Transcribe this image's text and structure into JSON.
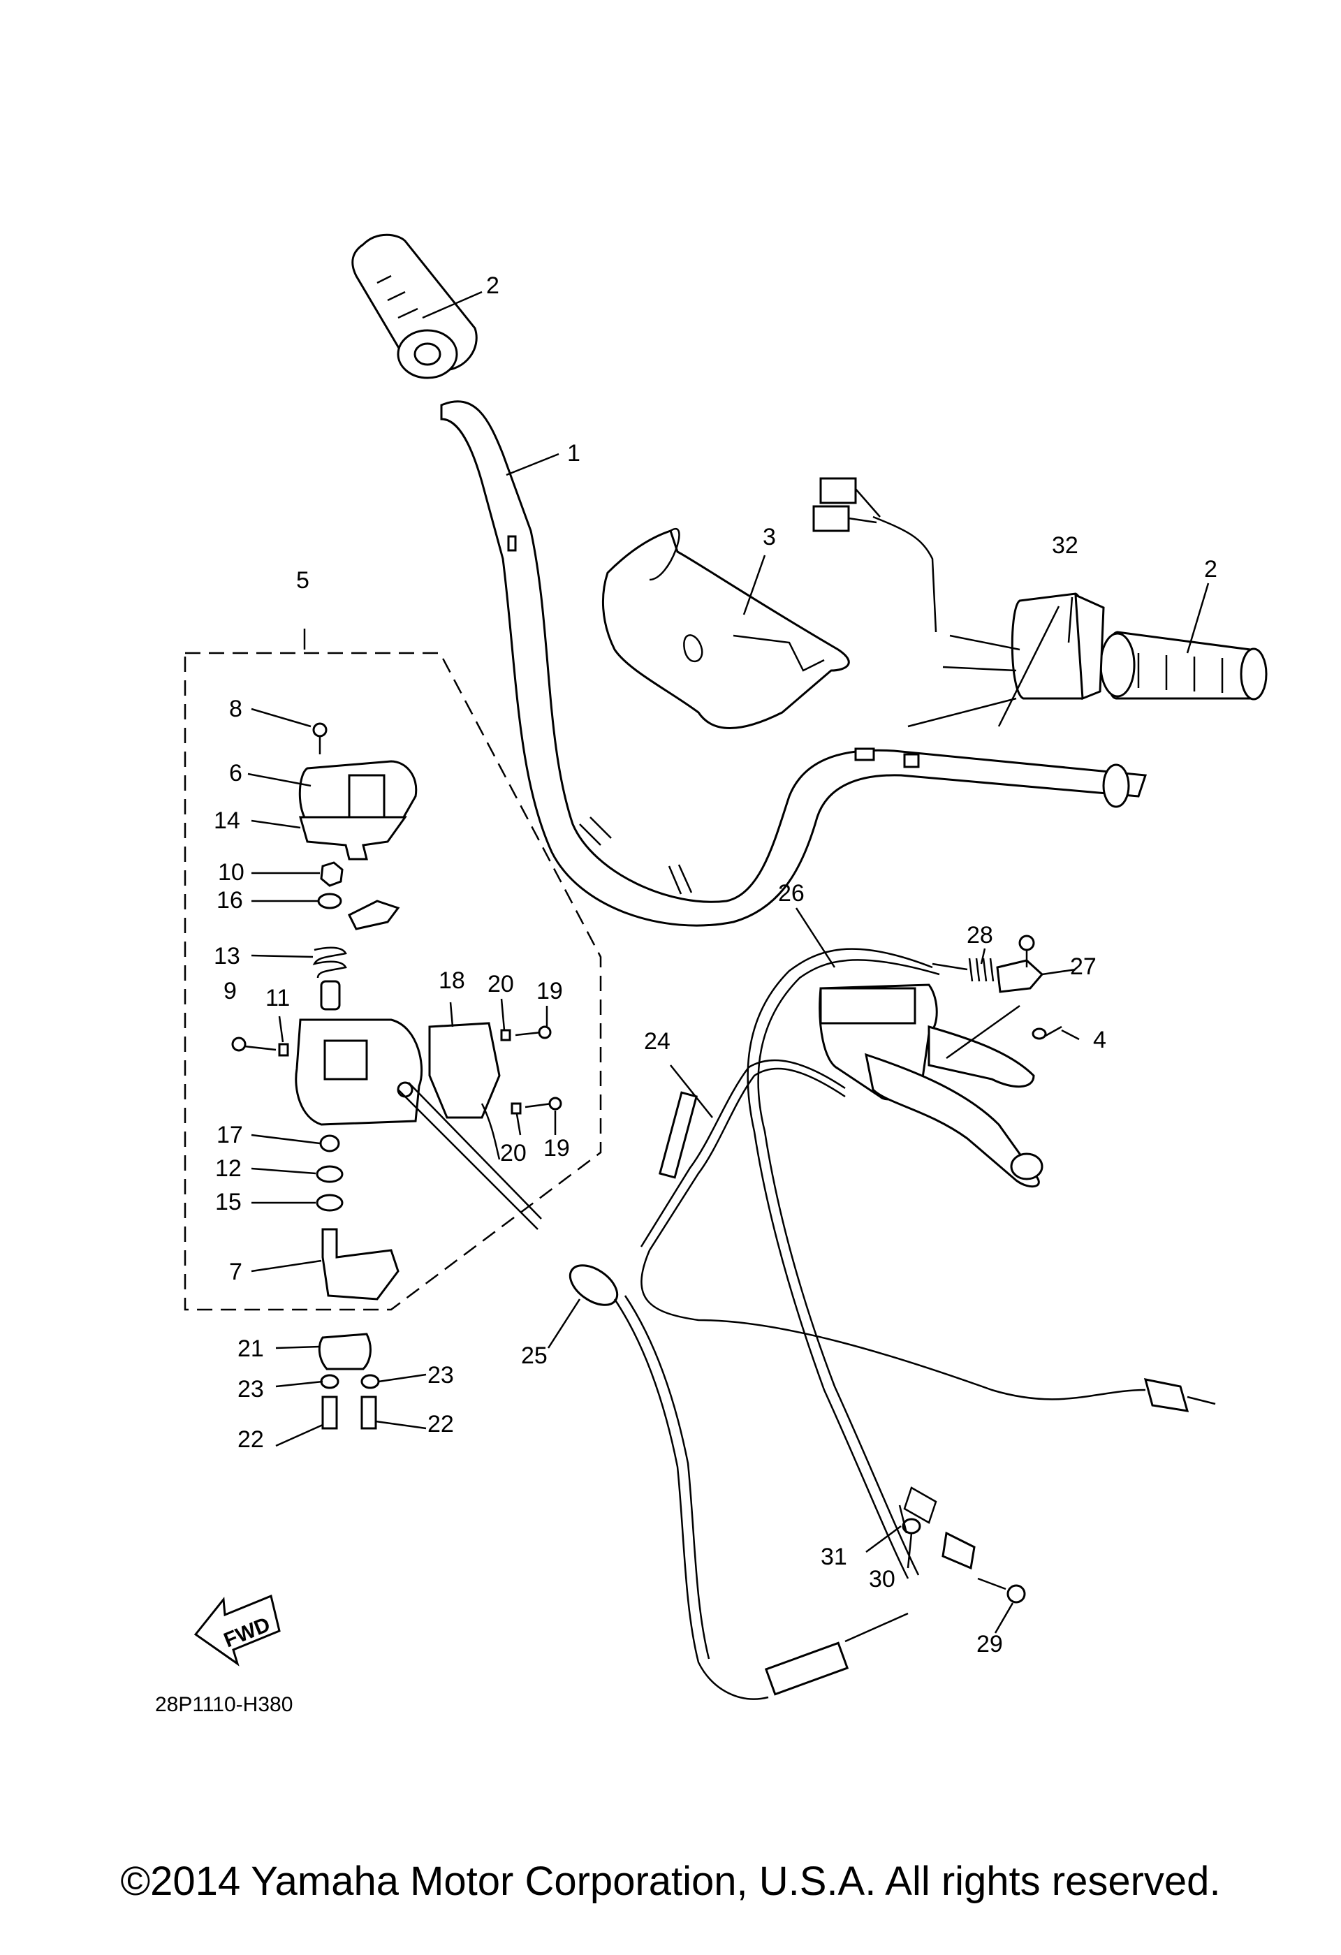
{
  "callouts": [
    {
      "n": "1"
    },
    {
      "n": "2"
    },
    {
      "n": "2"
    },
    {
      "n": "3"
    },
    {
      "n": "4"
    },
    {
      "n": "5"
    },
    {
      "n": "6"
    },
    {
      "n": "7"
    },
    {
      "n": "8"
    },
    {
      "n": "9"
    },
    {
      "n": "10"
    },
    {
      "n": "11"
    },
    {
      "n": "12"
    },
    {
      "n": "13"
    },
    {
      "n": "14"
    },
    {
      "n": "15"
    },
    {
      "n": "16"
    },
    {
      "n": "17"
    },
    {
      "n": "18"
    },
    {
      "n": "19"
    },
    {
      "n": "19"
    },
    {
      "n": "20"
    },
    {
      "n": "20"
    },
    {
      "n": "21"
    },
    {
      "n": "22"
    },
    {
      "n": "22"
    },
    {
      "n": "23"
    },
    {
      "n": "23"
    },
    {
      "n": "24"
    },
    {
      "n": "25"
    },
    {
      "n": "26"
    },
    {
      "n": "27"
    },
    {
      "n": "28"
    },
    {
      "n": "29"
    },
    {
      "n": "30"
    },
    {
      "n": "31"
    },
    {
      "n": "32"
    }
  ],
  "fwd_label": "FWD",
  "part_number": "28P1110-H380",
  "copyright": "©2014 Yamaha Motor Corporation, U.S.A. All rights reserved."
}
